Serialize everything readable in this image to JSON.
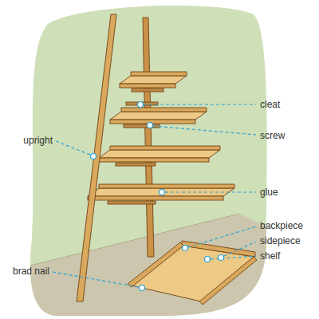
{
  "diagram": {
    "labels": [
      "cleat",
      "screw",
      "upright",
      "glue",
      "backpiece",
      "sidepiece",
      "shelf",
      "brad nail"
    ]
  }
}
